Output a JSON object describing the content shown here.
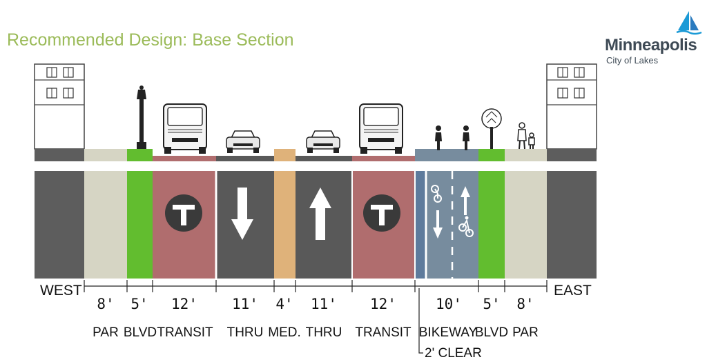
{
  "title": "Recommended Design: Base Section",
  "logo": {
    "name": "Minneapolis",
    "tagline": "City of Lakes",
    "mark_icon": "sailboat-icon"
  },
  "side_labels": {
    "west": "WEST",
    "east": "EAST"
  },
  "colors": {
    "sidewalk": "#5d5d5d",
    "parking": "#d6d5c4",
    "boulevard": "#62bd2f",
    "transit": "#b06d6e",
    "thru": "#595959",
    "median": "#dfb27a",
    "bikeway": "#778c9e",
    "bikeway_buffer": "#5e7b9c",
    "title": "#9bbb59"
  },
  "segments": [
    {
      "key": "par-west",
      "dim": "8'",
      "label": "PAR",
      "kind": "parking"
    },
    {
      "key": "blvd-west",
      "dim": "5'",
      "label": "BLVD",
      "kind": "boulevard"
    },
    {
      "key": "transit-sb",
      "dim": "12'",
      "label": "TRANSIT",
      "kind": "transit",
      "icon": "transit-t-icon"
    },
    {
      "key": "thru-sb",
      "dim": "11'",
      "label": "THRU",
      "kind": "thru",
      "icon": "arrow-down-icon"
    },
    {
      "key": "median",
      "dim": "4'",
      "label": "MED.",
      "kind": "median"
    },
    {
      "key": "thru-nb",
      "dim": "11'",
      "label": "THRU",
      "kind": "thru",
      "icon": "arrow-up-icon"
    },
    {
      "key": "transit-nb",
      "dim": "12'",
      "label": "TRANSIT",
      "kind": "transit",
      "icon": "transit-t-icon"
    },
    {
      "key": "bikeway",
      "dim": "10'",
      "label": "BIKEWAY",
      "kind": "bikeway",
      "icon": "bike-lane-icon"
    },
    {
      "key": "blvd-east",
      "dim": "5'",
      "label": "BLVD",
      "kind": "boulevard"
    },
    {
      "key": "par-east",
      "dim": "8'",
      "label": "PAR",
      "kind": "parking"
    }
  ],
  "clear_note": "2' CLEAR",
  "elevation_icons": [
    "building-icon",
    "street-lamp-icon",
    "bus-icon",
    "car-icon",
    "car-icon",
    "bus-icon",
    "cyclist-icon",
    "cyclist-icon",
    "tree-icon",
    "pedestrians-icon",
    "building-icon"
  ]
}
